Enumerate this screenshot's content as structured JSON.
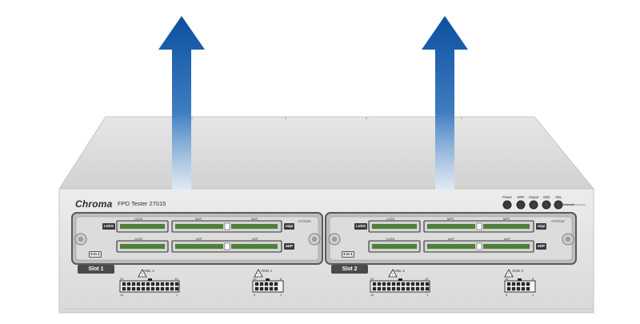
{
  "device": {
    "brand": "Chroma",
    "model": "FPD Tester 27015",
    "indicators": [
      "Power",
      "ERR",
      "Output",
      "VDD",
      "VBL"
    ],
    "protected_label": "Protected"
  },
  "slots": [
    {
      "name": "Slot 1",
      "serial": "A270162",
      "mode": "3 in 1",
      "tags": [
        "LVDS",
        "mipi",
        "eDP"
      ],
      "ports": [
        "LVDS",
        "LVDS",
        "MIPI",
        "MIPI",
        "eDP",
        "eDP"
      ],
      "headers": [
        {
          "label": "VBL 1",
          "pins_left": "24",
          "pins_right": "13",
          "pins_left_bottom": "12",
          "pins_right_bottom": "1"
        },
        {
          "label": "VDD 1",
          "pins_left": "10",
          "pins_right": "6",
          "pins_left_bottom": "5",
          "pins_right_bottom": "1"
        }
      ]
    },
    {
      "name": "Slot 2",
      "serial": "A270162",
      "mode": "3 in 1",
      "tags": [
        "LVDS",
        "mipi",
        "eDP"
      ],
      "ports": [
        "LVDS",
        "LVDS",
        "MIPI",
        "MIPI",
        "eDP",
        "eDP"
      ],
      "headers": [
        {
          "label": "VBL 2",
          "pins_left": "24",
          "pins_right": "13",
          "pins_left_bottom": "12",
          "pins_right_bottom": "1"
        },
        {
          "label": "VDD 2",
          "pins_left": "10",
          "pins_right": "6",
          "pins_left_bottom": "5",
          "pins_right_bottom": "1"
        }
      ]
    }
  ],
  "arrows": [
    "airflow-arrow",
    "airflow-arrow"
  ],
  "colors": {
    "arrow_top": "#0d4f9c",
    "arrow_bottom": "#dce8f5",
    "chassis": "#d8d8d8",
    "panel": "#e6e6e6",
    "slot_label": "#4a4a4a",
    "pcb_green": "#4f7f3a"
  }
}
